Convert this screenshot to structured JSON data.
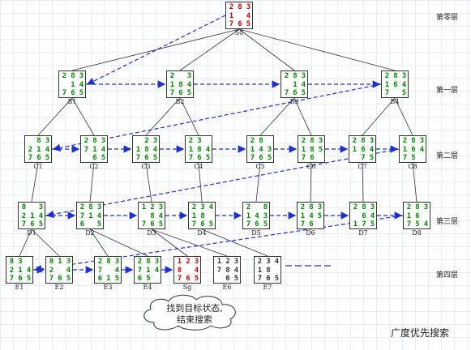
{
  "caption": "广度优先搜索",
  "note": {
    "line1": "找到目标状态,",
    "line2": "结束搜索"
  },
  "levels": [
    "第零层",
    "第一层",
    "第二层",
    "第三层",
    "第四层"
  ],
  "nodes": [
    {
      "id": "S0",
      "label": "S0",
      "color": "#d00000",
      "grid": [
        "2",
        "8",
        "3",
        "1",
        "",
        "4",
        "7",
        "6",
        "5"
      ]
    },
    {
      "id": "B1",
      "label": "B1",
      "color": "#008800",
      "grid": [
        "2",
        "8",
        "3",
        "",
        "1",
        "4",
        "7",
        "6",
        "5"
      ]
    },
    {
      "id": "B2",
      "label": "B2",
      "color": "#008800",
      "grid": [
        "2",
        "",
        "3",
        "1",
        "8",
        "4",
        "7",
        "6",
        "5"
      ]
    },
    {
      "id": "B3",
      "label": "B3",
      "color": "#008800",
      "grid": [
        "2",
        "8",
        "3",
        "",
        "1",
        "4",
        "7",
        "6",
        "5"
      ]
    },
    {
      "id": "B4",
      "label": "B4",
      "color": "#008800",
      "grid": [
        "2",
        "8",
        "3",
        "1",
        "6",
        "4",
        "7",
        "",
        "5"
      ]
    },
    {
      "id": "C1",
      "label": "C1",
      "color": "#008800",
      "grid": [
        "",
        "8",
        "3",
        "2",
        "1",
        "4",
        "7",
        "6",
        "5"
      ]
    },
    {
      "id": "C2",
      "label": "C2",
      "color": "#008800",
      "grid": [
        "2",
        "8",
        "3",
        "7",
        "1",
        "4",
        "",
        "6",
        "5"
      ]
    },
    {
      "id": "C3",
      "label": "C3",
      "color": "#008800",
      "grid": [
        "",
        "2",
        "3",
        "1",
        "8",
        "4",
        "7",
        "6",
        "5"
      ]
    },
    {
      "id": "C4",
      "label": "C4",
      "color": "#008800",
      "grid": [
        "2",
        "3",
        "",
        "1",
        "8",
        "4",
        "7",
        "6",
        "5"
      ]
    },
    {
      "id": "C5",
      "label": "C5",
      "color": "#008800",
      "grid": [
        "2",
        "8",
        "",
        "1",
        "4",
        "3",
        "7",
        "6",
        "5"
      ]
    },
    {
      "id": "C6",
      "label": "C6",
      "color": "#008800",
      "grid": [
        "2",
        "8",
        "3",
        "1",
        "8",
        "5",
        "7",
        "6",
        ""
      ]
    },
    {
      "id": "C7",
      "label": "C7",
      "color": "#008800",
      "grid": [
        "2",
        "8",
        "3",
        "1",
        "6",
        "4",
        "",
        "7",
        "5"
      ]
    },
    {
      "id": "C8",
      "label": "C8",
      "color": "#008800",
      "grid": [
        "2",
        "8",
        "3",
        "1",
        "6",
        "4",
        "7",
        "5",
        ""
      ]
    },
    {
      "id": "D1",
      "label": "D1",
      "color": "#008800",
      "grid": [
        "8",
        "",
        "3",
        "2",
        "1",
        "4",
        "7",
        "6",
        "5"
      ]
    },
    {
      "id": "D2",
      "label": "D2",
      "color": "#008800",
      "grid": [
        "2",
        "8",
        "3",
        "7",
        "1",
        "4",
        "6",
        "",
        "5"
      ]
    },
    {
      "id": "D3",
      "label": "D3",
      "color": "#008800",
      "grid": [
        "1",
        "2",
        "3",
        "",
        "8",
        "4",
        "7",
        "6",
        "5"
      ]
    },
    {
      "id": "D4",
      "label": "D4",
      "color": "#008800",
      "grid": [
        "2",
        "3",
        "4",
        "1",
        "8",
        "",
        "7",
        "6",
        "5"
      ]
    },
    {
      "id": "D5",
      "label": "D5",
      "color": "#008800",
      "grid": [
        "2",
        "",
        "8",
        "1",
        "4",
        "3",
        "7",
        "6",
        "5"
      ]
    },
    {
      "id": "D6",
      "label": "D6",
      "color": "#008800",
      "grid": [
        "2",
        "8",
        "3",
        "1",
        "4",
        "5",
        "7",
        "6",
        ""
      ]
    },
    {
      "id": "D7",
      "label": "D7",
      "color": "#008800",
      "grid": [
        "2",
        "8",
        "3",
        "",
        "6",
        "4",
        "1",
        "7",
        "5"
      ]
    },
    {
      "id": "D8",
      "label": "D8",
      "color": "#008800",
      "grid": [
        "2",
        "8",
        "3",
        "1",
        "6",
        "",
        "7",
        "5",
        "4"
      ]
    },
    {
      "id": "E1",
      "label": "E1",
      "color": "#008800",
      "grid": [
        "8",
        "3",
        "",
        "2",
        "1",
        "4",
        "7",
        "6",
        "5"
      ]
    },
    {
      "id": "E2",
      "label": "E2",
      "color": "#008800",
      "grid": [
        "8",
        "1",
        "3",
        "2",
        "",
        "4",
        "7",
        "6",
        "5"
      ]
    },
    {
      "id": "E3",
      "label": "E3",
      "color": "#008800",
      "grid": [
        "2",
        "8",
        "3",
        "7",
        "",
        "4",
        "6",
        "1",
        "5"
      ]
    },
    {
      "id": "E4",
      "label": "E4",
      "color": "#008800",
      "grid": [
        "2",
        "8",
        "3",
        "7",
        "1",
        "4",
        "6",
        "5",
        ""
      ]
    },
    {
      "id": "Sg",
      "label": "Sg",
      "color": "#d00000",
      "grid": [
        "1",
        "2",
        "3",
        "8",
        "",
        "4",
        "7",
        "6",
        "5"
      ]
    },
    {
      "id": "E6",
      "label": "E6",
      "color": "#333333",
      "grid": [
        "1",
        "2",
        "3",
        "7",
        "8",
        "4",
        "",
        "6",
        "5"
      ]
    },
    {
      "id": "E7",
      "label": "E7",
      "color": "#333333",
      "grid": [
        "2",
        "3",
        "4",
        "1",
        "8",
        "",
        "7",
        "6",
        "5"
      ]
    }
  ],
  "tree_edges": [
    [
      "S0",
      "B1"
    ],
    [
      "S0",
      "B2"
    ],
    [
      "S0",
      "B3"
    ],
    [
      "S0",
      "B4"
    ],
    [
      "B1",
      "C1"
    ],
    [
      "B1",
      "C2"
    ],
    [
      "B2",
      "C3"
    ],
    [
      "B2",
      "C4"
    ],
    [
      "B3",
      "C5"
    ],
    [
      "B3",
      "C6"
    ],
    [
      "B4",
      "C7"
    ],
    [
      "B4",
      "C8"
    ],
    [
      "C1",
      "D1"
    ],
    [
      "C2",
      "D2"
    ],
    [
      "C3",
      "D3"
    ],
    [
      "C4",
      "D4"
    ],
    [
      "C5",
      "D5"
    ],
    [
      "C6",
      "D6"
    ],
    [
      "C7",
      "D7"
    ],
    [
      "C8",
      "D8"
    ],
    [
      "D1",
      "E1"
    ],
    [
      "D1",
      "E2"
    ],
    [
      "D2",
      "E3"
    ],
    [
      "D2",
      "E4"
    ],
    [
      "D3",
      "Sg"
    ],
    [
      "D3",
      "E6"
    ],
    [
      "D4",
      "E7"
    ]
  ],
  "search_order": [
    "S0",
    "B1",
    "B2",
    "B3",
    "B4",
    "C1",
    "C2",
    "C3",
    "C4",
    "C5",
    "C6",
    "C7",
    "C8",
    "D1",
    "D2",
    "D3",
    "D4",
    "D5",
    "D6",
    "D7",
    "D8",
    "E1",
    "E2",
    "E3",
    "E4",
    "Sg"
  ],
  "colors": {
    "tree_line": "#333333",
    "search_line": "#1f2fd0",
    "goal": "#d00000",
    "open": "#008800"
  }
}
